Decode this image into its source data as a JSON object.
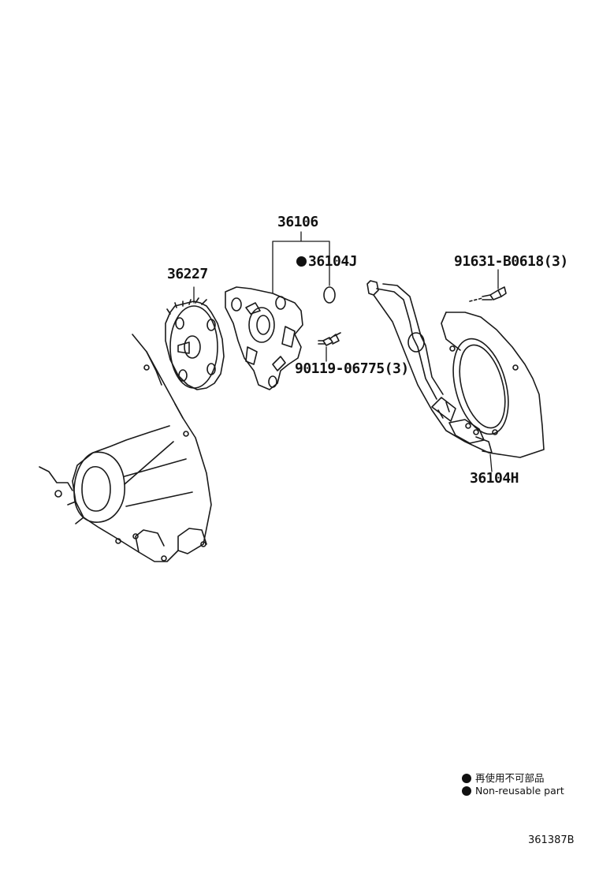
{
  "parts": {
    "p36106": "36106",
    "p36104J": "36104J",
    "p36227": "36227",
    "p91631": "91631-B0618(3)",
    "p90119": "90119-06775(3)",
    "p36104H": "36104H"
  },
  "legend": {
    "jp": "再使用不可部品",
    "en": "Non-reusable part"
  },
  "diagram_code": "361387B"
}
